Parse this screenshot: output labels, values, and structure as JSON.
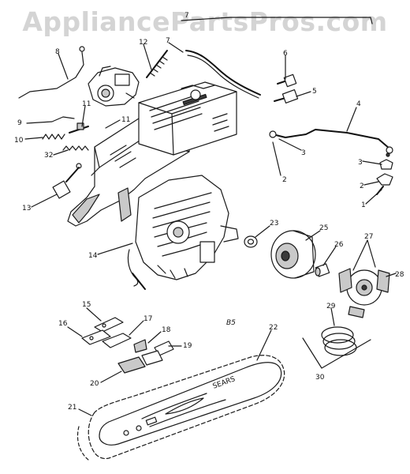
{
  "watermark": "AppliancePartsPros.com",
  "diagram_code": "B5",
  "bar_brand": "SEARS",
  "callouts": [
    {
      "id": "c1",
      "text": "1"
    },
    {
      "id": "c2",
      "text": "2"
    },
    {
      "id": "c2b",
      "text": "2"
    },
    {
      "id": "c3",
      "text": "3"
    },
    {
      "id": "c3b",
      "text": "3"
    },
    {
      "id": "c4",
      "text": "4"
    },
    {
      "id": "c5",
      "text": "5"
    },
    {
      "id": "c6",
      "text": "6"
    },
    {
      "id": "c7",
      "text": "7"
    },
    {
      "id": "c7b",
      "text": "7"
    },
    {
      "id": "c8",
      "text": "8"
    },
    {
      "id": "c9",
      "text": "9"
    },
    {
      "id": "c10",
      "text": "10"
    },
    {
      "id": "c11",
      "text": "11"
    },
    {
      "id": "c11b",
      "text": "11"
    },
    {
      "id": "c12",
      "text": "12"
    },
    {
      "id": "c13",
      "text": "13"
    },
    {
      "id": "c14",
      "text": "14"
    },
    {
      "id": "c15",
      "text": "15"
    },
    {
      "id": "c16",
      "text": "16"
    },
    {
      "id": "c17",
      "text": "17"
    },
    {
      "id": "c18",
      "text": "18"
    },
    {
      "id": "c19",
      "text": "19"
    },
    {
      "id": "c20",
      "text": "20"
    },
    {
      "id": "c21",
      "text": "21"
    },
    {
      "id": "c22",
      "text": "22"
    },
    {
      "id": "c23",
      "text": "23"
    },
    {
      "id": "c25",
      "text": "25"
    },
    {
      "id": "c26",
      "text": "26"
    },
    {
      "id": "c27",
      "text": "27"
    },
    {
      "id": "c28",
      "text": "28"
    },
    {
      "id": "c29",
      "text": "29"
    },
    {
      "id": "c30",
      "text": "30"
    },
    {
      "id": "c32",
      "text": "32"
    }
  ]
}
